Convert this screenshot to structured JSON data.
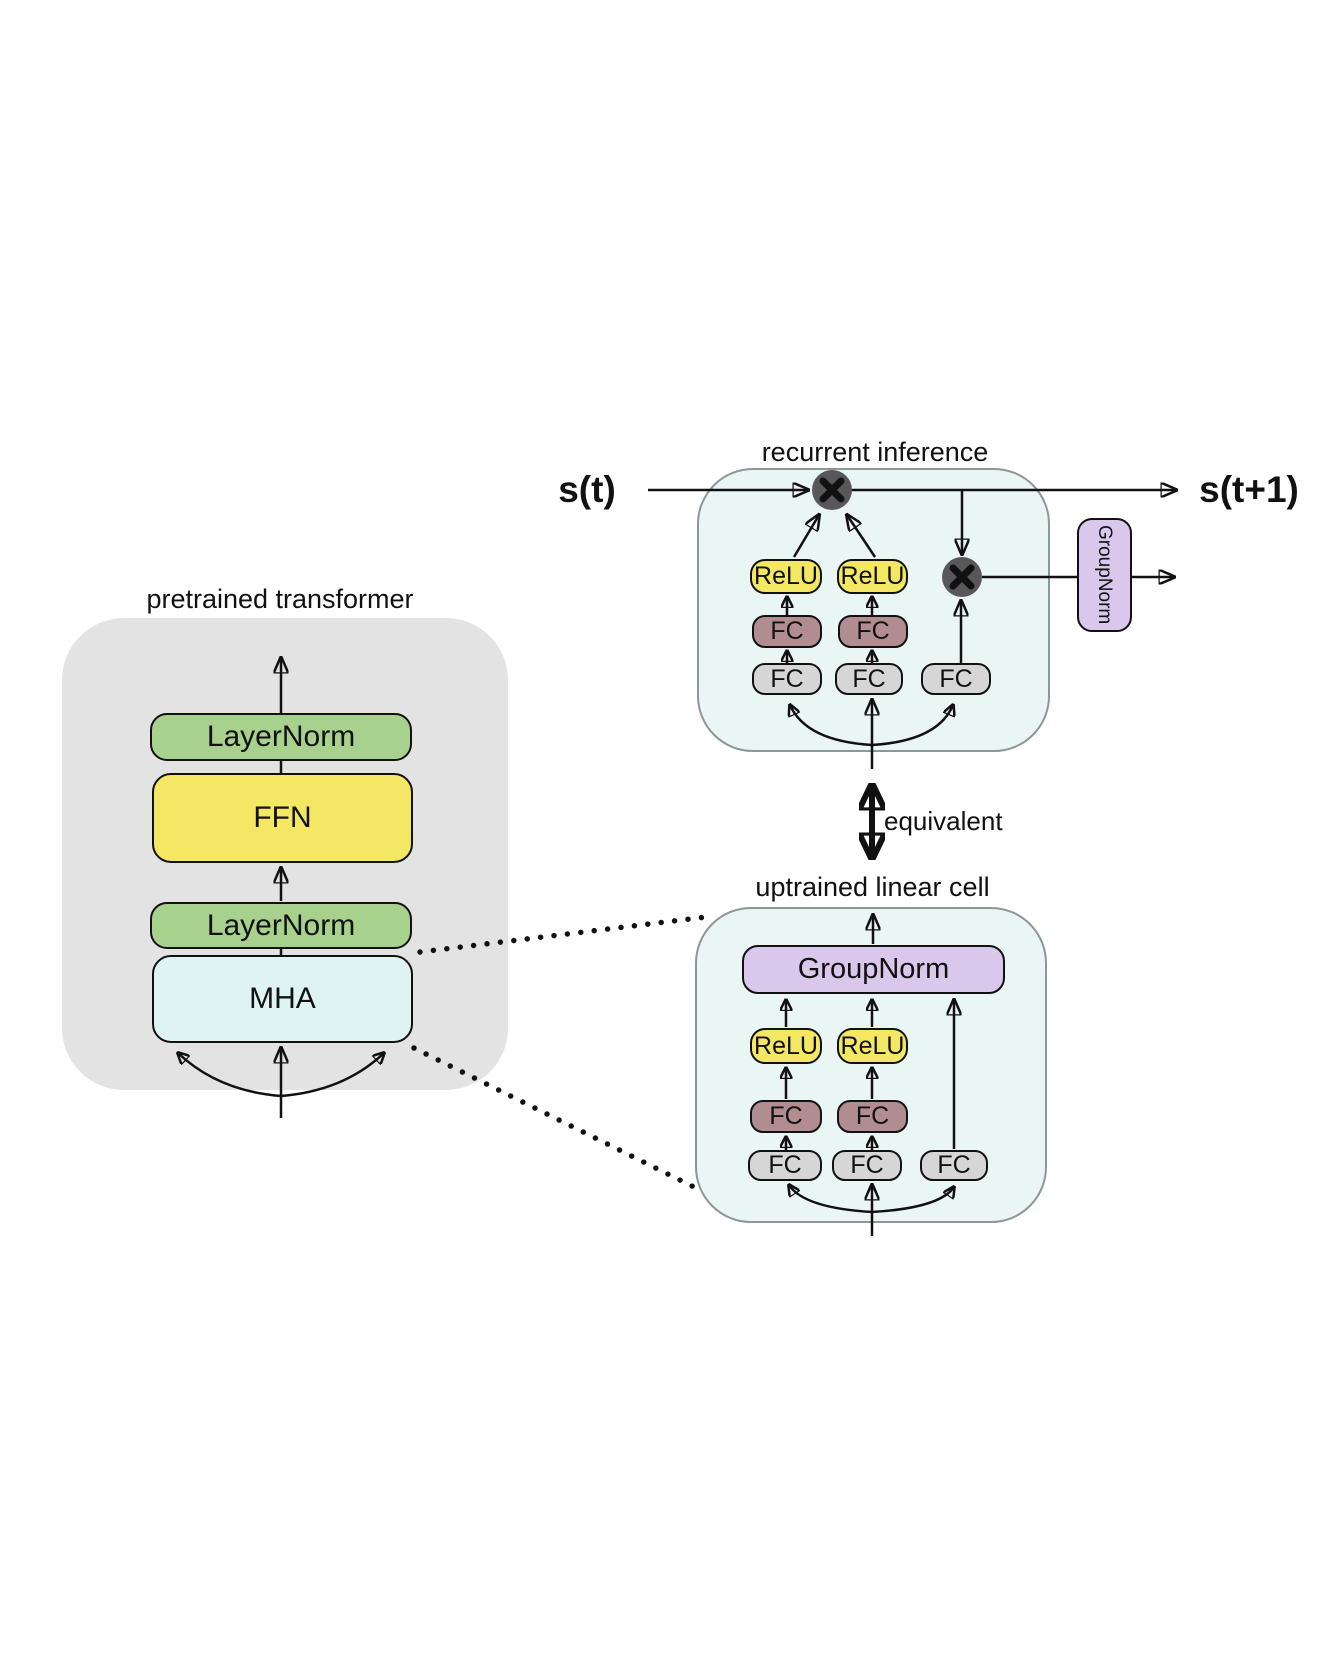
{
  "figure": {
    "type": "transformer-uptraining-architecture-diagram"
  },
  "colors": {
    "canvas-bg": "#ffffff",
    "panel-gray": "#e3e3e4",
    "cell-fill": "#eaf6f4",
    "cell-border": "#8d969a",
    "green": "#a9d18e",
    "yellow": "#f4e763",
    "cyan": "#def4f2",
    "purple": "#d9c7ec",
    "brown": "#b18d91",
    "fc-gray": "#d6d6d6",
    "multiply-node": "#58585a",
    "ink": "#111111"
  },
  "pretrained_transformer": {
    "title": "pretrained transformer",
    "blocks": [
      "LayerNorm",
      "FFN",
      "LayerNorm",
      "MHA"
    ]
  },
  "recurrent_inference": {
    "title": "recurrent inference",
    "input_label": "s(t)",
    "output_label": "s(t+1)",
    "relu_labels": [
      "ReLU",
      "ReLU"
    ],
    "fc_hidden_labels": [
      "FC",
      "FC"
    ],
    "fc_input_labels": [
      "FC",
      "FC",
      "FC"
    ],
    "groupnorm_label": "GroupNorm"
  },
  "equivalence": {
    "label": "equivalent"
  },
  "uptrained_linear_cell": {
    "title": "uptrained linear cell",
    "groupnorm_label": "GroupNorm",
    "relu_labels": [
      "ReLU",
      "ReLU"
    ],
    "fc_hidden_labels": [
      "FC",
      "FC"
    ],
    "fc_input_labels": [
      "FC",
      "FC",
      "FC"
    ]
  }
}
